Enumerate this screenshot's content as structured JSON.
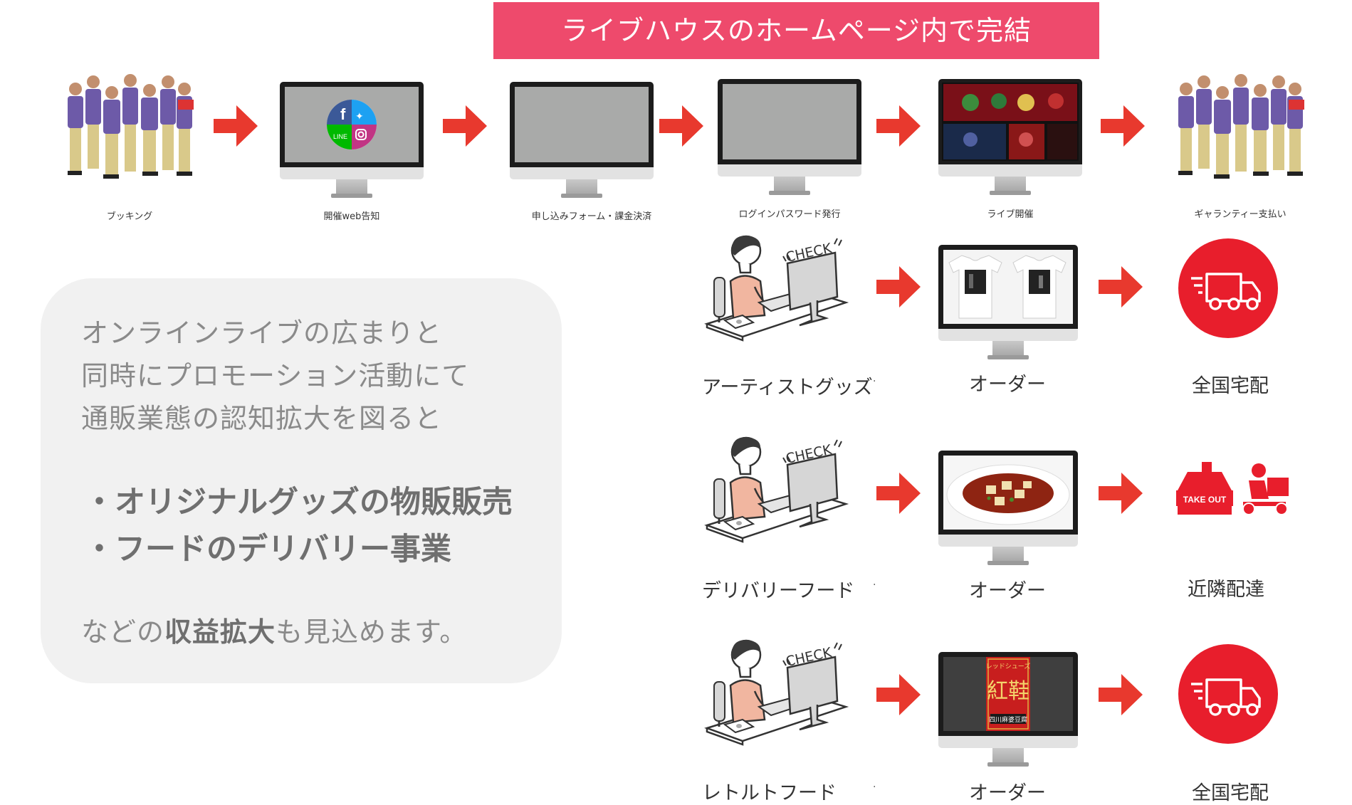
{
  "banner": "ライブハウスのホームページ内で完結",
  "flow": {
    "steps": [
      "ブッキング",
      "開催web告知",
      "申し込みフォーム・課金決済",
      "ログインパスワード発行",
      "ライブ開催",
      "ギャランティー支払い"
    ]
  },
  "text_box": {
    "lines": [
      "オンラインライブの広まりと",
      "同時にプロモーション活動にて",
      "通販業態の認知拡大を図ると"
    ],
    "bullets": [
      "・オリジナルグッズの物販販売",
      "・フードのデリバリー事業"
    ],
    "closing_pre": "などの",
    "closing_bold": "収益拡大",
    "closing_post": "も見込めます。"
  },
  "rows": [
    {
      "label": "アーティストグッズ",
      "order": "オーダー",
      "result": "全国宅配"
    },
    {
      "label": "デリバリーフード",
      "order": "オーダー",
      "result": "近隣配達"
    },
    {
      "label": "レトルトフード",
      "order": "オーダー",
      "result": "全国宅配"
    }
  ],
  "check_text": "CHECK",
  "takeout_text": "TAKE OUT",
  "retort_package": {
    "brand": "レッドシューズ",
    "title": "紅鞋",
    "subtitle": "四川麻婆豆腐"
  },
  "row_dot": "·",
  "colors": {
    "banner": "#ee4a6c",
    "arrow": "#e8392e",
    "truck_circle": "#e81e2c",
    "box_bg": "#f1f1f1"
  }
}
